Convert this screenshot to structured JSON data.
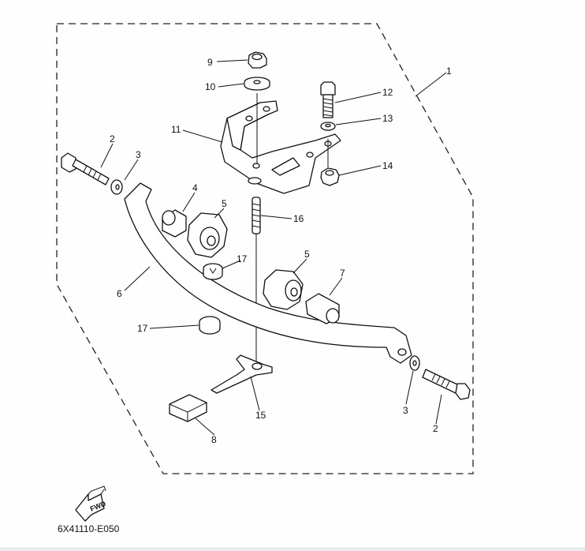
{
  "diagram_code": "6X41110-E050",
  "fwd_label": "FWD",
  "callouts": {
    "c1": "1",
    "c2a": "2",
    "c2b": "2",
    "c3a": "3",
    "c3b": "3",
    "c4": "4",
    "c5a": "5",
    "c5b": "5",
    "c6": "6",
    "c7": "7",
    "c8": "8",
    "c9": "9",
    "c10": "10",
    "c11": "11",
    "c12": "12",
    "c13": "13",
    "c14": "14",
    "c15": "15",
    "c16": "16",
    "c17a": "17",
    "c17b": "17"
  }
}
